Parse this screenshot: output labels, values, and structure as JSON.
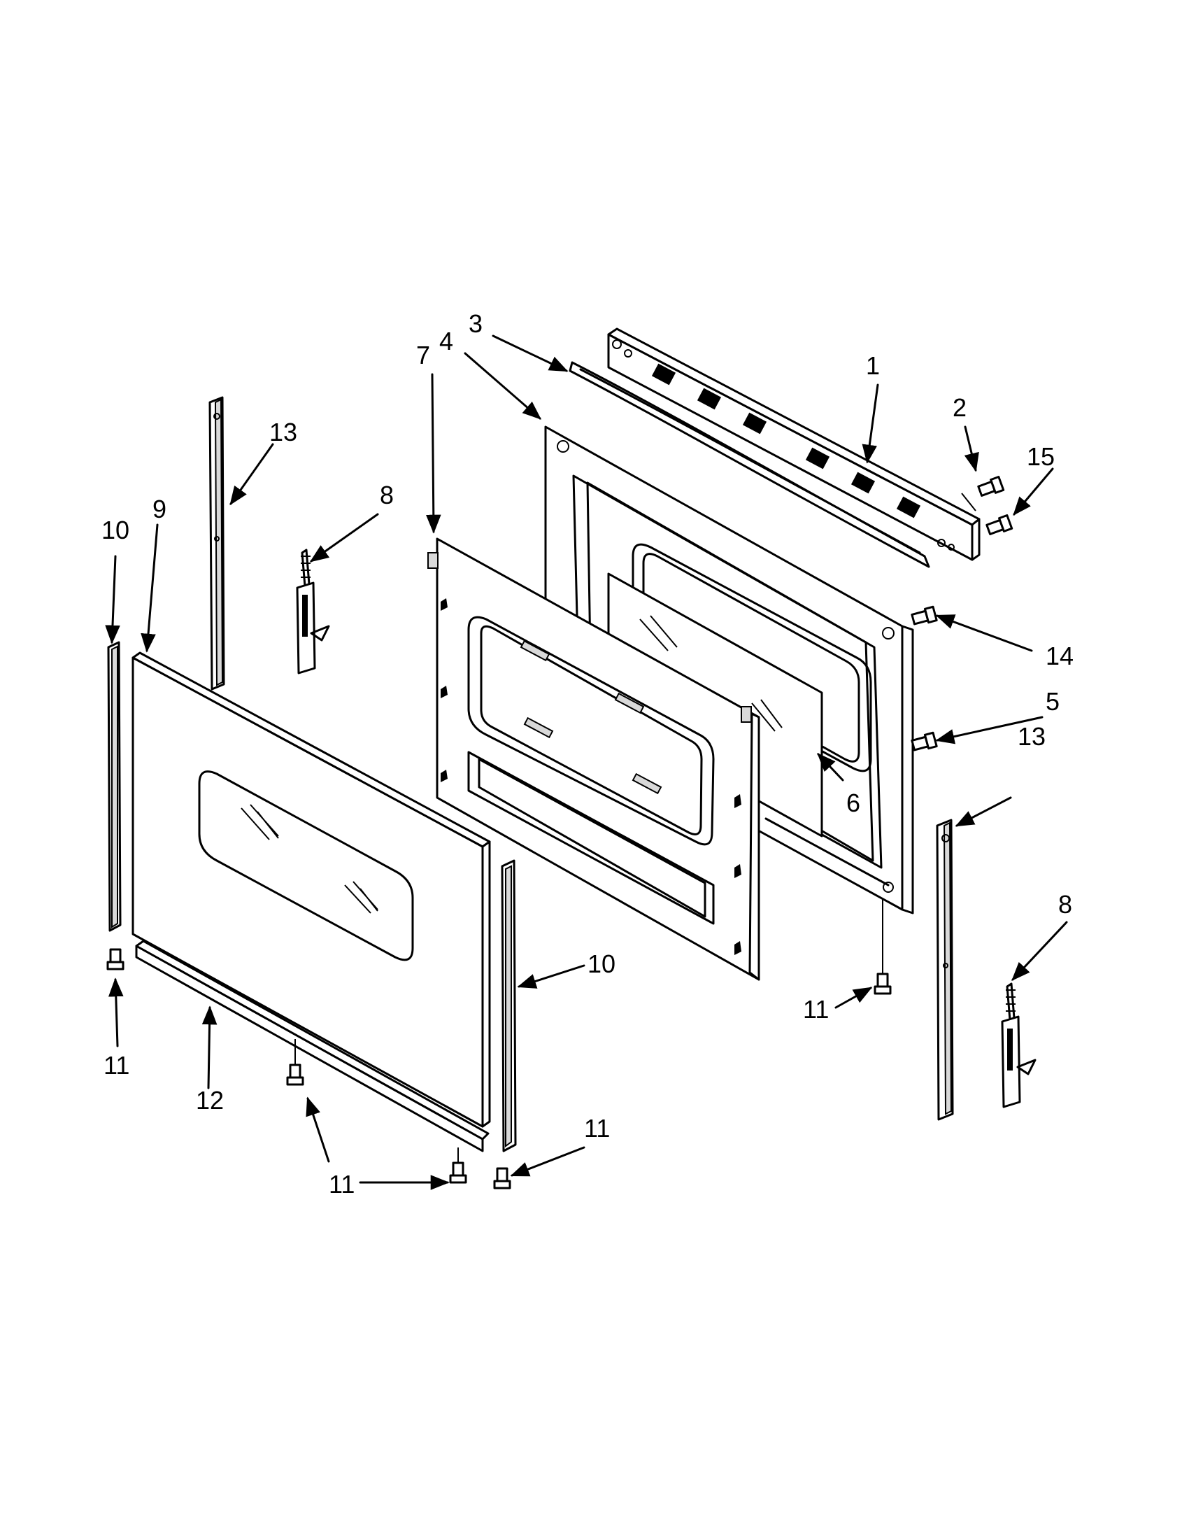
{
  "callouts": [
    {
      "id": "c1",
      "text": "1"
    },
    {
      "id": "c2",
      "text": "2"
    },
    {
      "id": "c3",
      "text": "3"
    },
    {
      "id": "c4",
      "text": "4"
    },
    {
      "id": "c5",
      "text": "5"
    },
    {
      "id": "c6",
      "text": "6"
    },
    {
      "id": "c7",
      "text": "7"
    },
    {
      "id": "c8a",
      "text": "8"
    },
    {
      "id": "c8b",
      "text": "8"
    },
    {
      "id": "c9",
      "text": "9"
    },
    {
      "id": "c10a",
      "text": "10"
    },
    {
      "id": "c10b",
      "text": "10"
    },
    {
      "id": "c11a",
      "text": "11"
    },
    {
      "id": "c11b",
      "text": "11"
    },
    {
      "id": "c11c",
      "text": "11"
    },
    {
      "id": "c11d",
      "text": "11"
    },
    {
      "id": "c12",
      "text": "12"
    },
    {
      "id": "c13a",
      "text": "13"
    },
    {
      "id": "c13b",
      "text": "13"
    },
    {
      "id": "c14",
      "text": "14"
    },
    {
      "id": "c15",
      "text": "15"
    }
  ],
  "colors": {
    "ink": "#000000",
    "paper": "#ffffff",
    "shade": "#d9d9d9"
  }
}
